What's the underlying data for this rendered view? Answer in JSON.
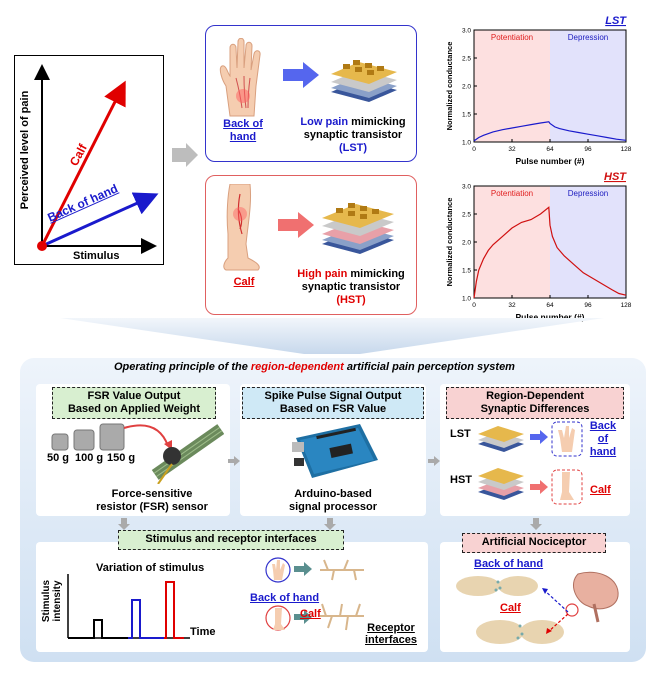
{
  "top_left": {
    "ylabel": "Perceived level of pain",
    "xlabel": "Stimulus",
    "calf_label": "Calf",
    "hand_label": "Back of  hand"
  },
  "lst_card": {
    "region": "Back of hand",
    "line1_em": "Low pain",
    "line1_rest": " mimicking",
    "line2": "synaptic transistor",
    "line3": "(LST)"
  },
  "hst_card": {
    "region": "Calf",
    "line1_em": "High pain",
    "line1_rest": " mimicking",
    "line2": "synaptic transistor",
    "line3": "(HST)"
  },
  "chart_data": [
    {
      "type": "line",
      "title": "LST",
      "xlabel": "Pulse number (#)",
      "ylabel": "Normalized conductance",
      "xlim": [
        0,
        128
      ],
      "ylim": [
        1.0,
        3.0
      ],
      "xticks": [
        "0",
        "32",
        "64",
        "96",
        "128"
      ],
      "yticks": [
        "1.0",
        "1.5",
        "2.0",
        "2.5",
        "3.0"
      ],
      "regions": [
        "Potentiation",
        "Depression"
      ],
      "series": [
        {
          "x": [
            0,
            4,
            8,
            16,
            24,
            32,
            40,
            48,
            56,
            63,
            64,
            68,
            72,
            80,
            88,
            96,
            104,
            112,
            120,
            128
          ],
          "values": [
            1.02,
            1.08,
            1.12,
            1.18,
            1.22,
            1.25,
            1.28,
            1.31,
            1.34,
            1.36,
            1.33,
            1.27,
            1.24,
            1.2,
            1.17,
            1.14,
            1.11,
            1.08,
            1.05,
            1.03
          ]
        }
      ]
    },
    {
      "type": "line",
      "title": "HST",
      "xlabel": "Pulse number (#)",
      "ylabel": "Normalized conductance",
      "xlim": [
        0,
        128
      ],
      "ylim": [
        1.0,
        3.0
      ],
      "xticks": [
        "0",
        "32",
        "64",
        "96",
        "128"
      ],
      "yticks": [
        "1.0",
        "1.5",
        "2.0",
        "2.5",
        "3.0"
      ],
      "regions": [
        "Potentiation",
        "Depression"
      ],
      "series": [
        {
          "x": [
            0,
            2,
            4,
            8,
            12,
            16,
            24,
            32,
            40,
            48,
            56,
            63,
            64,
            66,
            70,
            76,
            84,
            92,
            100,
            108,
            116,
            122,
            128
          ],
          "values": [
            1.0,
            1.3,
            1.5,
            1.7,
            1.85,
            1.95,
            2.1,
            2.25,
            2.35,
            2.4,
            2.5,
            2.62,
            2.3,
            2.1,
            1.9,
            1.75,
            1.6,
            1.45,
            1.35,
            1.25,
            1.15,
            1.08,
            1.05
          ]
        }
      ]
    }
  ],
  "bottom": {
    "title_pre": "Operating principle of the ",
    "title_em": "region-dependent",
    "title_post": " artificial pain perception system",
    "p1_head_1": "FSR Value Output",
    "p1_head_2": "Based on Applied  Weight",
    "weights": [
      "50 g",
      "100 g",
      "150 g"
    ],
    "fsr_1": "Force-sensitive",
    "fsr_2": "resistor (FSR)  sensor",
    "p2_head_1": "Spike Pulse  Signal Output",
    "p2_head_2": "Based on FSR Value",
    "arduino_1": "Arduino-based",
    "arduino_2": "signal processor",
    "p3_head_1": "Region-Dependent",
    "p3_head_2": "Synaptic Differences",
    "lst": "LST",
    "hst": "HST",
    "back_of_hand_1": "Back",
    "back_of_hand_2": "of",
    "back_of_hand_3": "hand",
    "calf": "Calf",
    "p4_head": "Stimulus and receptor interfaces",
    "stim_ylabel": "Stimulus intensity",
    "variation": "Variation of stimulus",
    "time": "Time",
    "back_of_hand": "Back of hand",
    "receptor_1": "Receptor",
    "receptor_2": "interfaces",
    "p5_head": "Artificial Nociceptor"
  }
}
